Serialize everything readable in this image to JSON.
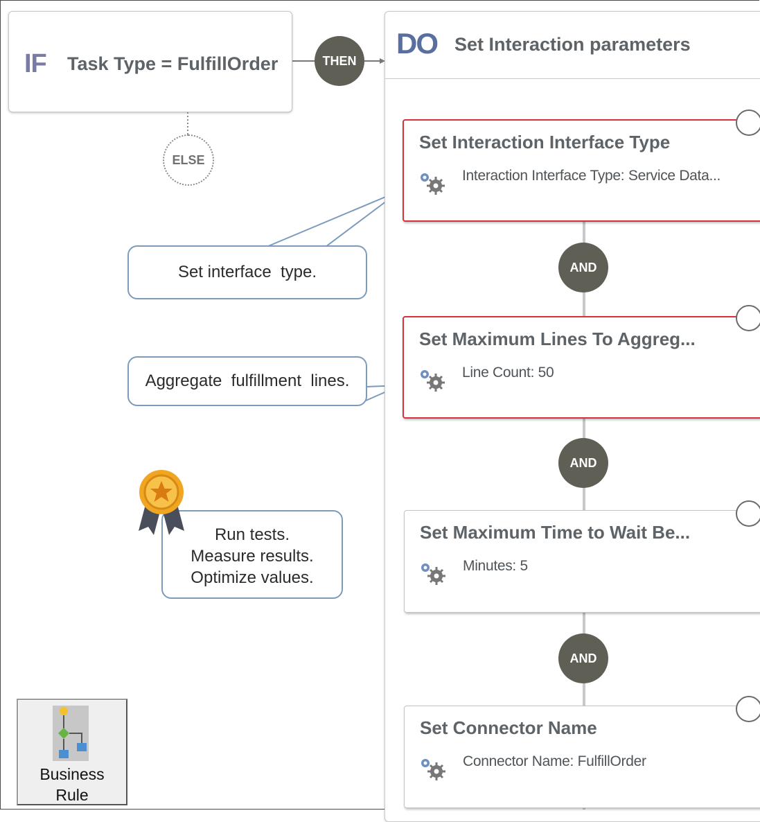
{
  "if_block": {
    "keyword": "IF",
    "condition": "Task Type = FulfillOrder"
  },
  "connectors": {
    "then": "THEN",
    "else": "ELSE",
    "and": "AND"
  },
  "do_block": {
    "keyword": "DO",
    "title": "Set Interaction parameters"
  },
  "actions": [
    {
      "title": "Set Interaction Interface Type",
      "detail": "Interaction Interface Type: Service Data...",
      "selected": true
    },
    {
      "title": "Set Maximum Lines To Aggreg...",
      "detail": "Line Count: 50",
      "selected": true
    },
    {
      "title": "Set Maximum Time to Wait Be...",
      "detail": "Minutes: 5",
      "selected": false
    },
    {
      "title": "Set Connector Name",
      "detail": "Connector Name: FulfillOrder",
      "selected": false
    }
  ],
  "callouts": {
    "interface": "Set interface  type.",
    "aggregate": "Aggregate  fulfillment  lines.",
    "tips": [
      "Run tests.",
      "Measure results.",
      "Optimize values."
    ]
  },
  "business_rule": {
    "line1": "Business",
    "line2": "Rule"
  },
  "colors": {
    "selected_border": "#d9303a",
    "connector_fill": "#5f5f55",
    "callout_border": "#7b9bbc",
    "if_keyword": "#7a7aa6",
    "do_keyword": "#5a6f9e"
  }
}
